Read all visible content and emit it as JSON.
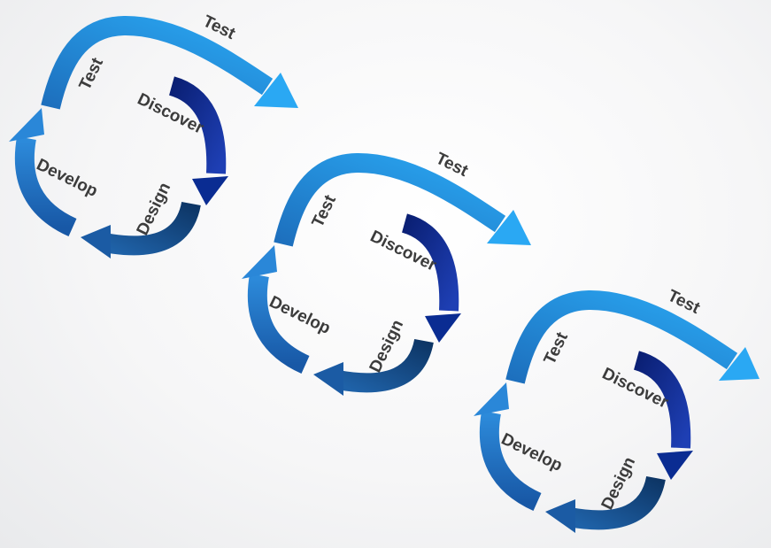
{
  "diagram": {
    "type": "iterative-process-cycle",
    "cycle_count": 3,
    "labels": {
      "discover": "Discover",
      "design": "Design",
      "develop": "Develop",
      "test_inner": "Test",
      "test_outer": "Test"
    },
    "colors": {
      "discover_dark": "#0a1f73",
      "discover_light": "#1e3fb4",
      "design_dark": "#0d3565",
      "design_light": "#1f62a8",
      "develop_dark": "#1858a6",
      "develop_light": "#2d8cdc",
      "test_dark": "#1d6fbd",
      "test_light": "#2aa8f3",
      "label_text": "#3c3c3c"
    }
  }
}
